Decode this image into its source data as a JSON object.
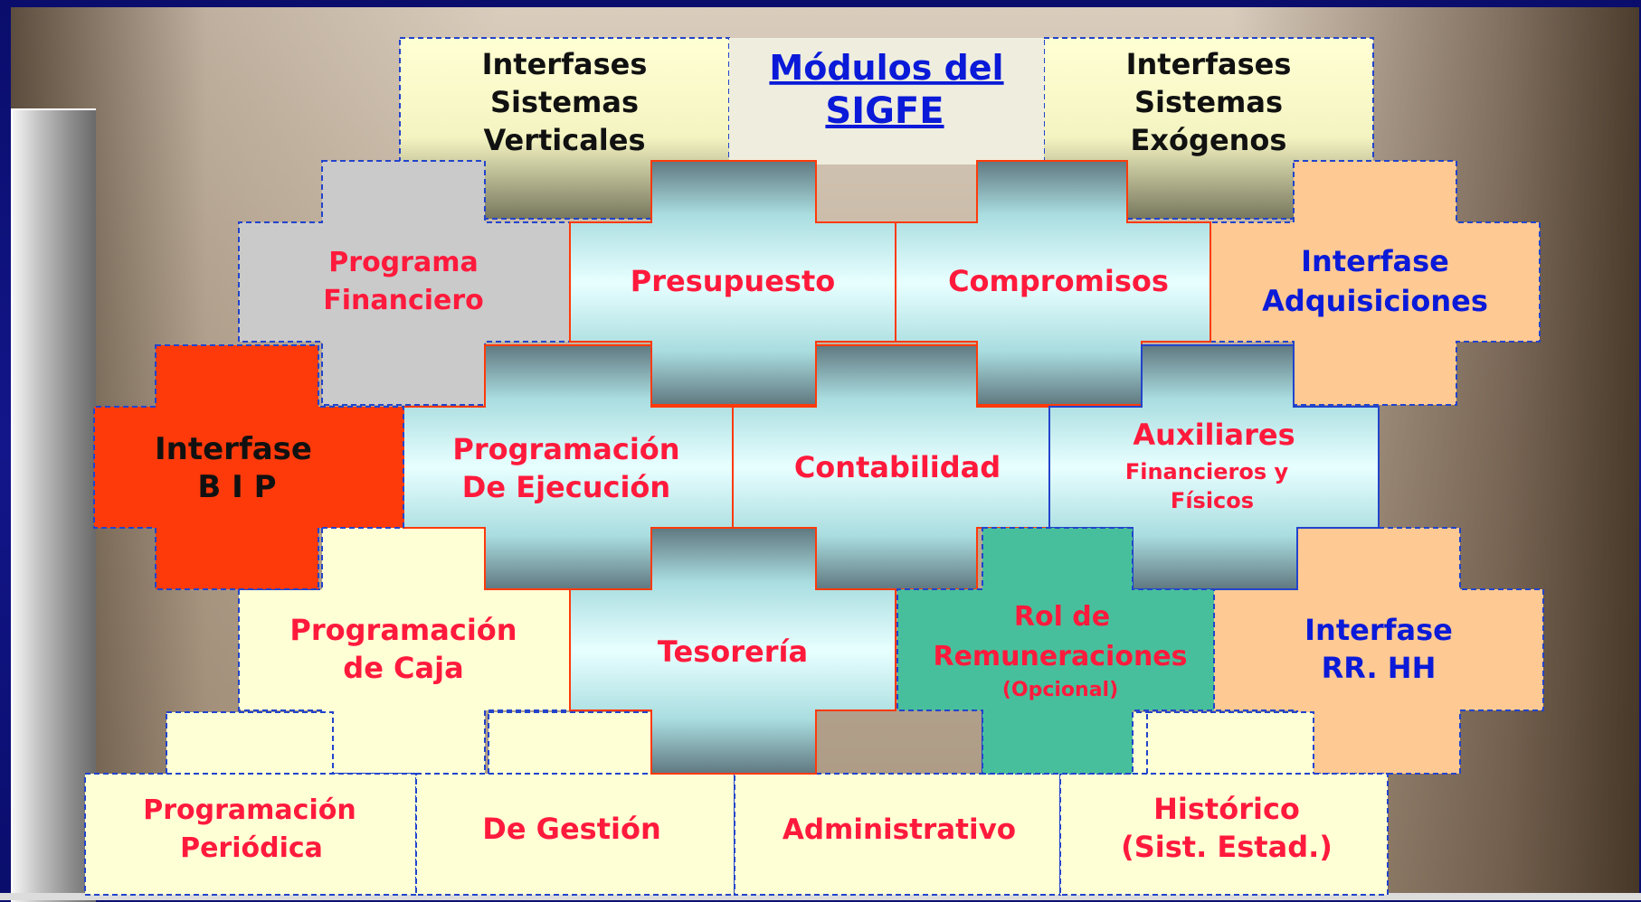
{
  "title_line1": "Módulos del",
  "title_line2": "SIGFE",
  "interf_verticales": [
    "Interfases",
    "Sistemas",
    "Verticales"
  ],
  "interf_exogenos": [
    "Interfases",
    "Sistemas",
    "Exógenos"
  ],
  "programa_financiero": [
    "Programa",
    "Financiero"
  ],
  "presupuesto": "Presupuesto",
  "compromisos": "Compromisos",
  "interf_adquisiciones": [
    "Interfase",
    "Adquisiciones"
  ],
  "interf_bip": [
    "Interfase",
    "B I P"
  ],
  "programacion_ejecucion": [
    "Programación",
    "De Ejecución"
  ],
  "contabilidad": "Contabilidad",
  "auxiliares": [
    "Auxiliares",
    "Financieros y",
    "Físicos"
  ],
  "programacion_caja": [
    "Programación",
    "de Caja"
  ],
  "tesoreria": "Tesorería",
  "rol_remuneraciones": [
    "Rol de",
    "Remuneraciones",
    "(Opcional)"
  ],
  "interf_rrhh": [
    "Interfase",
    "RR. HH"
  ],
  "programacion_periodica": [
    "Programación",
    "Periódica"
  ],
  "de_gestion": "De Gestión",
  "administrativo": "Administrativo",
  "historico": [
    "Histórico",
    "(Sist. Estad.)"
  ],
  "colors": {
    "red_text": "#ff1a3c",
    "blue_text": "#0a1ad8",
    "cream": "#ffffd6",
    "grey_tile": "#cacaca",
    "peach": "#ffc993",
    "orange_red": "#ff3a0a",
    "teal": "#48bf9c"
  }
}
